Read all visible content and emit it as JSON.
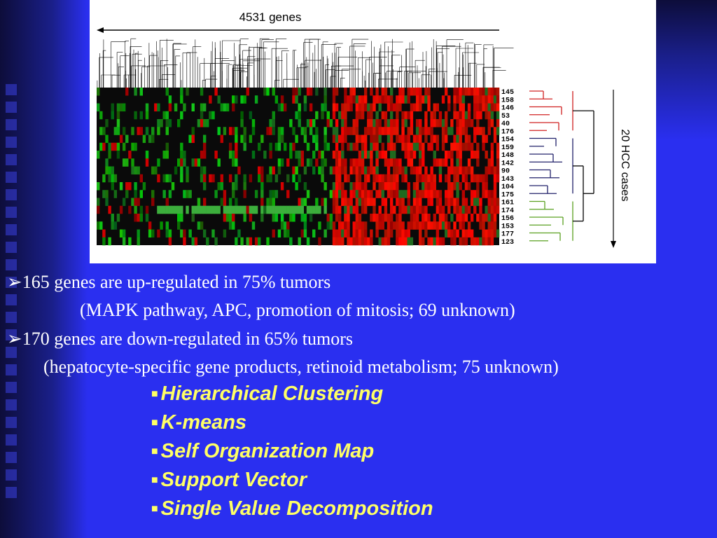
{
  "figure": {
    "genes_label": "4531 genes",
    "cases_label": "20 HCC cases",
    "case_ids": [
      "145",
      "158",
      "146",
      "53",
      "40",
      "176",
      "154",
      "159",
      "148",
      "142",
      "90",
      "143",
      "104",
      "175",
      "161",
      "174",
      "156",
      "153",
      "177",
      "123"
    ],
    "colors": {
      "up": "#e00000",
      "down": "#2aa02a",
      "cluster1": "#d02020",
      "cluster2": "#20206a",
      "cluster3": "#5aa020"
    }
  },
  "bullets": [
    {
      "text": "165 genes are up-regulated in 75% tumors"
    },
    {
      "text": "(MAPK pathway, APC, promotion of mitosis; 69 unknown)"
    },
    {
      "text": "170 genes are down-regulated in 65% tumors"
    },
    {
      "text": "(hepatocyte-specific gene products, retinoid metabolism; 75 unknown)"
    }
  ],
  "methods": [
    "Hierarchical Clustering",
    "K-means",
    "Self Organization Map",
    "Support Vector",
    "Single Value Decomposition"
  ],
  "colors": {
    "background": "#2a2ff0",
    "text": "#ffffff",
    "methods": "#ffff66"
  }
}
